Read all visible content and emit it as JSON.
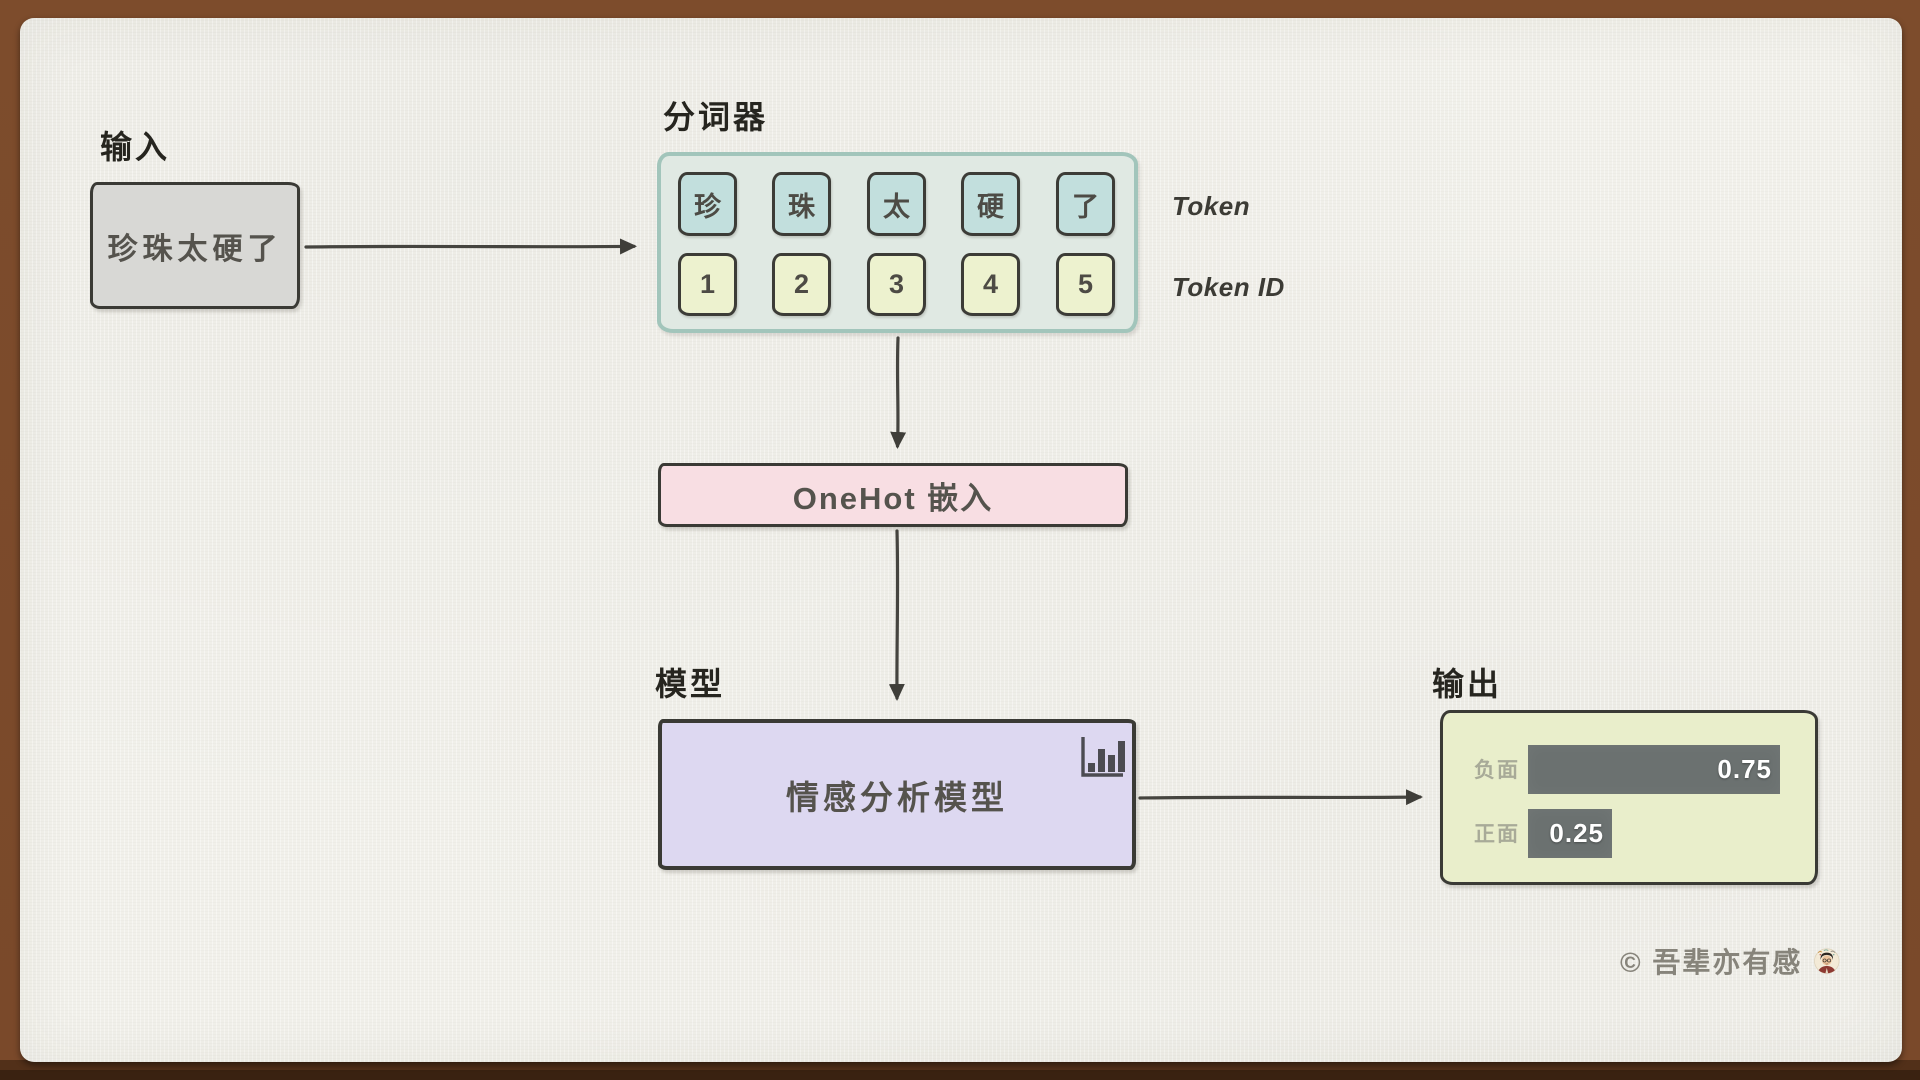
{
  "input": {
    "section_label": "输入",
    "text": "珍珠太硬了"
  },
  "tokenizer": {
    "section_label": "分词器",
    "tokens": [
      "珍",
      "珠",
      "太",
      "硬",
      "了"
    ],
    "ids": [
      "1",
      "2",
      "3",
      "4",
      "5"
    ],
    "token_row_label": "Token",
    "id_row_label": "Token ID"
  },
  "embedding": {
    "label": "OneHot 嵌入"
  },
  "model": {
    "section_label": "模型",
    "name": "情感分析模型",
    "icon": "bar-chart-icon"
  },
  "output": {
    "section_label": "输出",
    "bars": [
      {
        "label": "负面",
        "value": "0.75",
        "fraction": 0.75
      },
      {
        "label": "正面",
        "value": "0.25",
        "fraction": 0.25
      }
    ]
  },
  "signature": {
    "text": "© 吾辈亦有感",
    "avatar": "author-avatar"
  },
  "colors": {
    "frame": "#7a492a",
    "frame_bottom_edge": "#3a2211",
    "paper": "#f1f0ea",
    "input_box": "#d8d8d5",
    "tokenizer_bg": "#e0e9e3",
    "tokenizer_border": "#a2c5bb",
    "token_cell": "#c2dfdd",
    "id_cell": "#edf2cf",
    "embedding_box": "#f8dee3",
    "model_box": "#ddd8f1",
    "output_box": "#e9eecb",
    "output_bar": "#6b7170",
    "sketch_stroke": "#3a3a35"
  }
}
